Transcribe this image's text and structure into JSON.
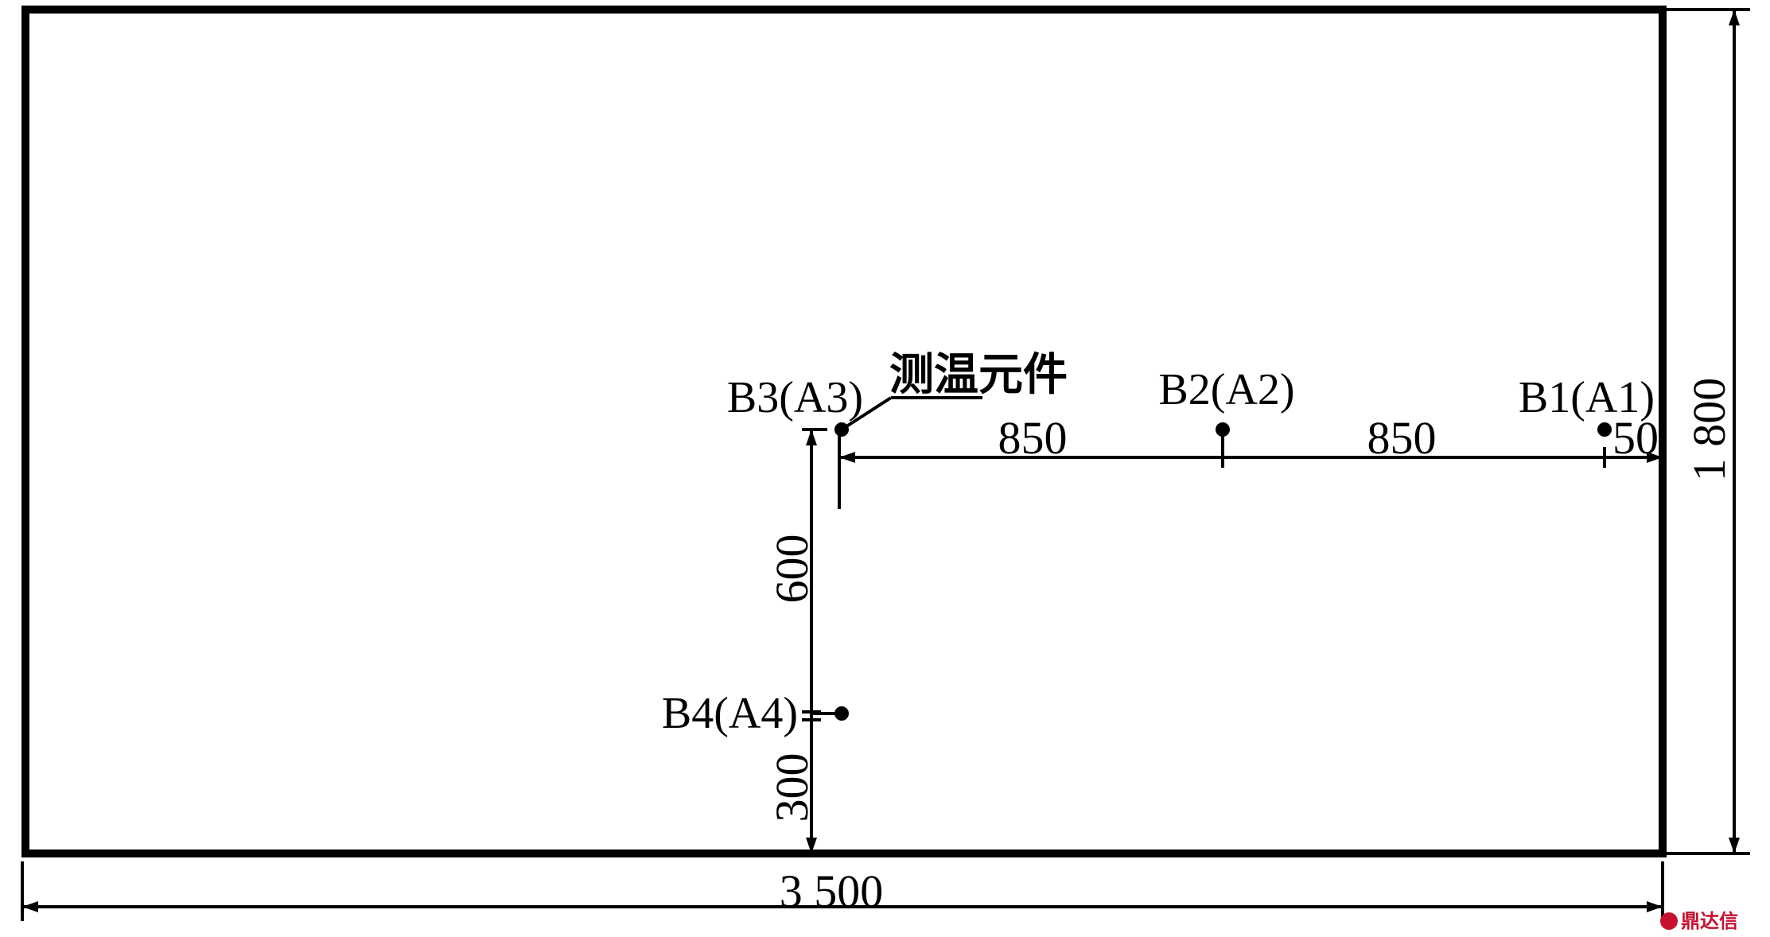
{
  "dimensions": {
    "width": "3 500",
    "height": "1 800",
    "left_to_sensors": "600",
    "bottom_to_b4": "300",
    "span_b3_b2": "850",
    "span_b2_b1": "850",
    "edge_to_b1": "50"
  },
  "points": [
    {
      "id": "b1",
      "label": "B1(A1)"
    },
    {
      "id": "b2",
      "label": "B2(A2)"
    },
    {
      "id": "b3",
      "label": "B3(A3)"
    },
    {
      "id": "b4",
      "label": "B4(A4)"
    }
  ],
  "callout": {
    "label": "测温元件"
  },
  "watermark": {
    "text": "鼎达信"
  },
  "colors": {
    "line": "#000000",
    "watermark": "#c8102e"
  }
}
